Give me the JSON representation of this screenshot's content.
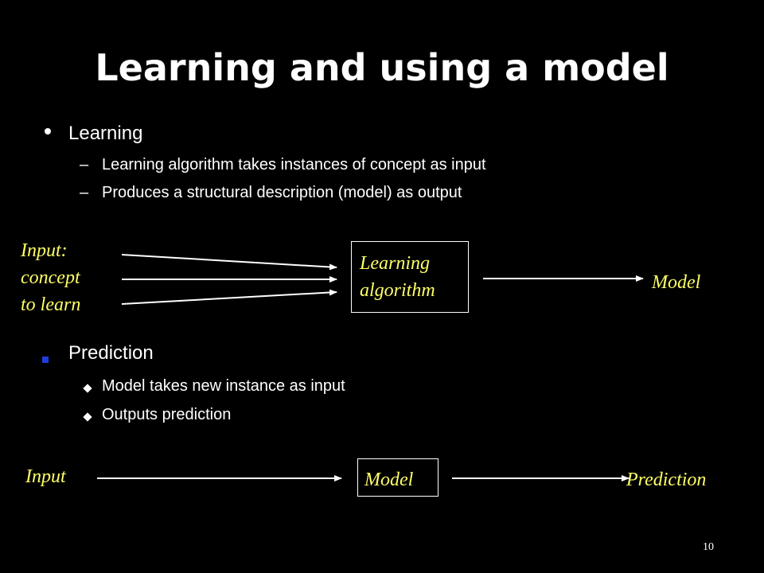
{
  "slide": {
    "title": "Learning and using a model",
    "learning": {
      "heading": "Learning",
      "points": [
        "Learning algorithm takes instances of concept as input",
        "Produces a structural description (model) as output"
      ]
    },
    "diagram1": {
      "input_lines": [
        "Input:",
        "concept",
        "to learn"
      ],
      "box_lines": [
        "Learning",
        "algorithm"
      ],
      "output": "Model"
    },
    "prediction": {
      "heading": "Prediction",
      "points": [
        "Model takes new instance as input",
        "Outputs prediction"
      ]
    },
    "diagram2": {
      "input": "Input",
      "box": "Model",
      "output": "Prediction"
    },
    "page_number": "10",
    "colors": {
      "background": "#000000",
      "text": "#ffffff",
      "diagram_label": "#ffff66",
      "square_bullet": "#1f3ddc"
    }
  }
}
